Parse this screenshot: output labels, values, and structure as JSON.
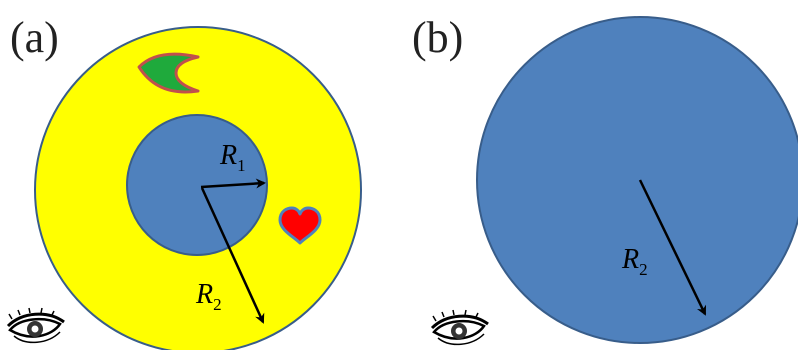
{
  "panels": [
    {
      "label": "(a)",
      "outer_color": "#ffff00",
      "inner_color": "#4f81bd",
      "labels": {
        "r1_symbol": "R",
        "r1_subscript": "1",
        "r2_symbol": "R",
        "r2_subscript": "2"
      },
      "decorations": [
        "crescent-icon",
        "heart-icon",
        "eye-icon"
      ]
    },
    {
      "label": "(b)",
      "disk_color": "#4f81bd",
      "labels": {
        "r2_symbol": "R",
        "r2_subscript": "2"
      },
      "decorations": [
        "eye-icon"
      ]
    }
  ],
  "colors": {
    "outline": "#385d8a",
    "crescent_fill": "#1faa3c",
    "crescent_stroke": "#c0504d",
    "heart_fill": "#ff0000",
    "heart_stroke": "#4f81bd",
    "arrow": "#000000"
  }
}
